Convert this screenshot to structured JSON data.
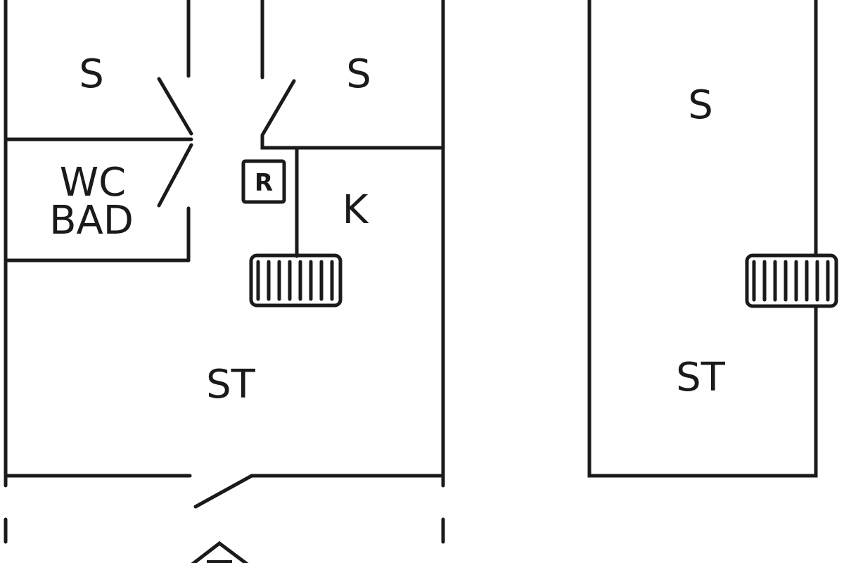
{
  "left_unit": {
    "rooms": {
      "bedroom_left": "S",
      "bedroom_right": "S",
      "wc_line1": "WC",
      "wc_line2": "BAD",
      "kitchen": "K",
      "living": "ST",
      "riser": "R"
    }
  },
  "right_unit": {
    "rooms": {
      "bedroom": "S",
      "living": "ST"
    }
  },
  "colors": {
    "line": "#1a1a1a",
    "background": "#ffffff"
  }
}
